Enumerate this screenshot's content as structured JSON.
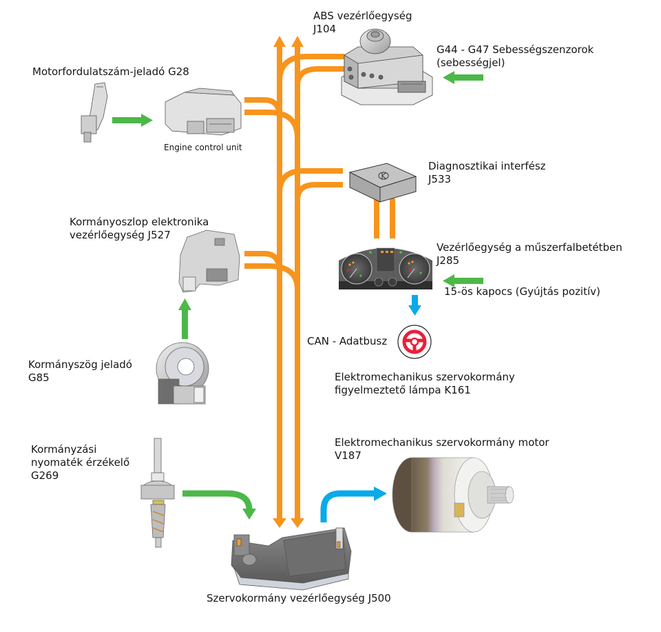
{
  "diagram": {
    "type": "CAN bus block diagram – electromechanical power steering",
    "colors": {
      "can_bus": "#f7941d",
      "input_signal": "#4cb848",
      "output_signal": "#0aaae8",
      "warning_lamp": "#e8203a"
    },
    "components": {
      "abs": {
        "line1": "ABS vezérlőegység",
        "line2": "J104"
      },
      "wheel_speed_sensors": {
        "line1": "G44 - G47 Sebességszenzorok",
        "line2": "(sebességjel)"
      },
      "engine_speed_sensor": {
        "line1": "Motorfordulatszám-jeladó G28"
      },
      "engine_control_unit": {
        "line1": "Engine control unit"
      },
      "diagnostic_interface": {
        "line1": "Diagnosztikai interfész",
        "line2": "J533"
      },
      "steering_column_electronics": {
        "line1": "Kormányoszlop elektronika",
        "line2": "vezérlőegység J527"
      },
      "instrument_cluster": {
        "line1": "Vezérlőegység a műszerfalbetétben",
        "line2": "J285"
      },
      "terminal_15": {
        "line1": "15-ös kapocs (Gyújtás pozitív)"
      },
      "can_bus_label": {
        "line1": "CAN - Adatbusz"
      },
      "warning_lamp": {
        "line1": "Elektromechanikus szervokormány",
        "line2": "figyelmeztető lámpa K161"
      },
      "steering_angle_sensor": {
        "line1": "Kormányszög jeladó",
        "line2": "G85"
      },
      "steering_torque_sensor": {
        "line1": "Kormányzási",
        "line2": "nyomaték érzékelő",
        "line3": "G269"
      },
      "power_steering_motor": {
        "line1": "Elektromechanikus szervokormány motor",
        "line2": "V187"
      },
      "power_steering_control_unit": {
        "line1": "Szervokormány vezérlőegység J500"
      }
    },
    "icons": {
      "warning_lamp_icon": "steering-wheel",
      "diagnostic_symbol": "diagnostic-k-line"
    }
  }
}
